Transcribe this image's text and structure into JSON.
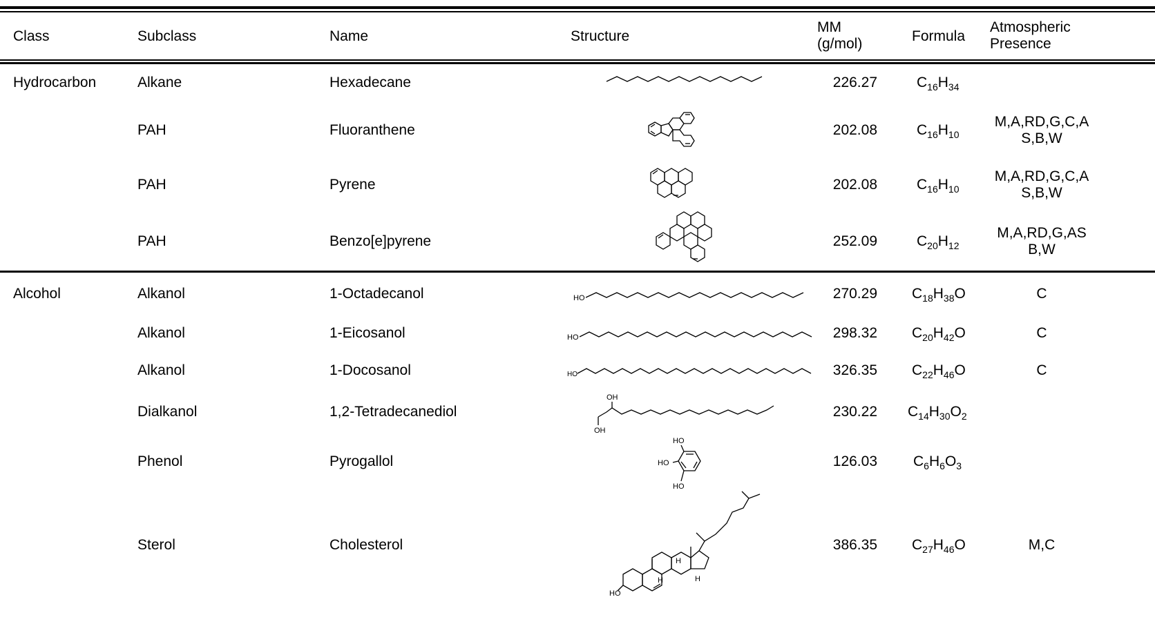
{
  "header": {
    "class": "Class",
    "subclass": "Subclass",
    "name": "Name",
    "structure": "Structure",
    "mm_line1": "MM",
    "mm_line2": "(g/mol)",
    "formula": "Formula",
    "presence_line1": "Atmospheric",
    "presence_line2": "Presence"
  },
  "rows": [
    {
      "class": "Hydrocarbon",
      "subclass": "Alkane",
      "name": "Hexadecane",
      "structure": "zigzag-chain-icon",
      "mm": "226.27",
      "formula": [
        [
          "C",
          "16"
        ],
        [
          "H",
          "34"
        ]
      ],
      "presence": ""
    },
    {
      "class": "",
      "subclass": "PAH",
      "name": "Fluoranthene",
      "structure": "fluoranthene-structure-icon",
      "mm": "202.08",
      "formula": [
        [
          "C",
          "16"
        ],
        [
          "H",
          "10"
        ]
      ],
      "presence": "M,A,RD,G,C,A S,B,W"
    },
    {
      "class": "",
      "subclass": "PAH",
      "name": "Pyrene",
      "structure": "pyrene-structure-icon",
      "mm": "202.08",
      "formula": [
        [
          "C",
          "16"
        ],
        [
          "H",
          "10"
        ]
      ],
      "presence": "M,A,RD,G,C,A S,B,W"
    },
    {
      "class": "",
      "subclass": "PAH",
      "name": "Benzo[e]pyrene",
      "structure": "benzo-e-pyrene-structure-icon",
      "mm": "252.09",
      "formula": [
        [
          "C",
          "20"
        ],
        [
          "H",
          "12"
        ]
      ],
      "presence": "M,A,RD,G,AS B,W"
    },
    {
      "class": "Alcohol",
      "subclass": "Alkanol",
      "name": "1-Octadecanol",
      "structure": "alkanol-chain-icon",
      "mm": "270.29",
      "formula": [
        [
          "C",
          "18"
        ],
        [
          "H",
          "38"
        ],
        [
          "O",
          ""
        ]
      ],
      "presence": "C"
    },
    {
      "class": "",
      "subclass": "Alkanol",
      "name": "1-Eicosanol",
      "structure": "alkanol-chain-icon",
      "mm": "298.32",
      "formula": [
        [
          "C",
          "20"
        ],
        [
          "H",
          "42"
        ],
        [
          "O",
          ""
        ]
      ],
      "presence": "C"
    },
    {
      "class": "",
      "subclass": "Alkanol",
      "name": "1-Docosanol",
      "structure": "alkanol-chain-icon",
      "mm": "326.35",
      "formula": [
        [
          "C",
          "22"
        ],
        [
          "H",
          "46"
        ],
        [
          "O",
          ""
        ]
      ],
      "presence": "C"
    },
    {
      "class": "",
      "subclass": "Dialkanol",
      "name": "1,2-Tetradecanediol",
      "structure": "diol-chain-icon",
      "mm": "230.22",
      "formula": [
        [
          "C",
          "14"
        ],
        [
          "H",
          "30"
        ],
        [
          "O",
          "2"
        ]
      ],
      "presence": ""
    },
    {
      "class": "",
      "subclass": "Phenol",
      "name": "Pyrogallol",
      "structure": "pyrogallol-structure-icon",
      "mm": "126.03",
      "formula": [
        [
          "C",
          "6"
        ],
        [
          "H",
          "6"
        ],
        [
          "O",
          "3"
        ]
      ],
      "presence": ""
    },
    {
      "class": "",
      "subclass": "Sterol",
      "name": "Cholesterol",
      "structure": "cholesterol-structure-icon",
      "mm": "386.35",
      "formula": [
        [
          "C",
          "27"
        ],
        [
          "H",
          "46"
        ],
        [
          "O",
          ""
        ]
      ],
      "presence": "M,C"
    }
  ],
  "structure_labels": {
    "ho": "HO",
    "oh": "OH",
    "h": "H"
  }
}
